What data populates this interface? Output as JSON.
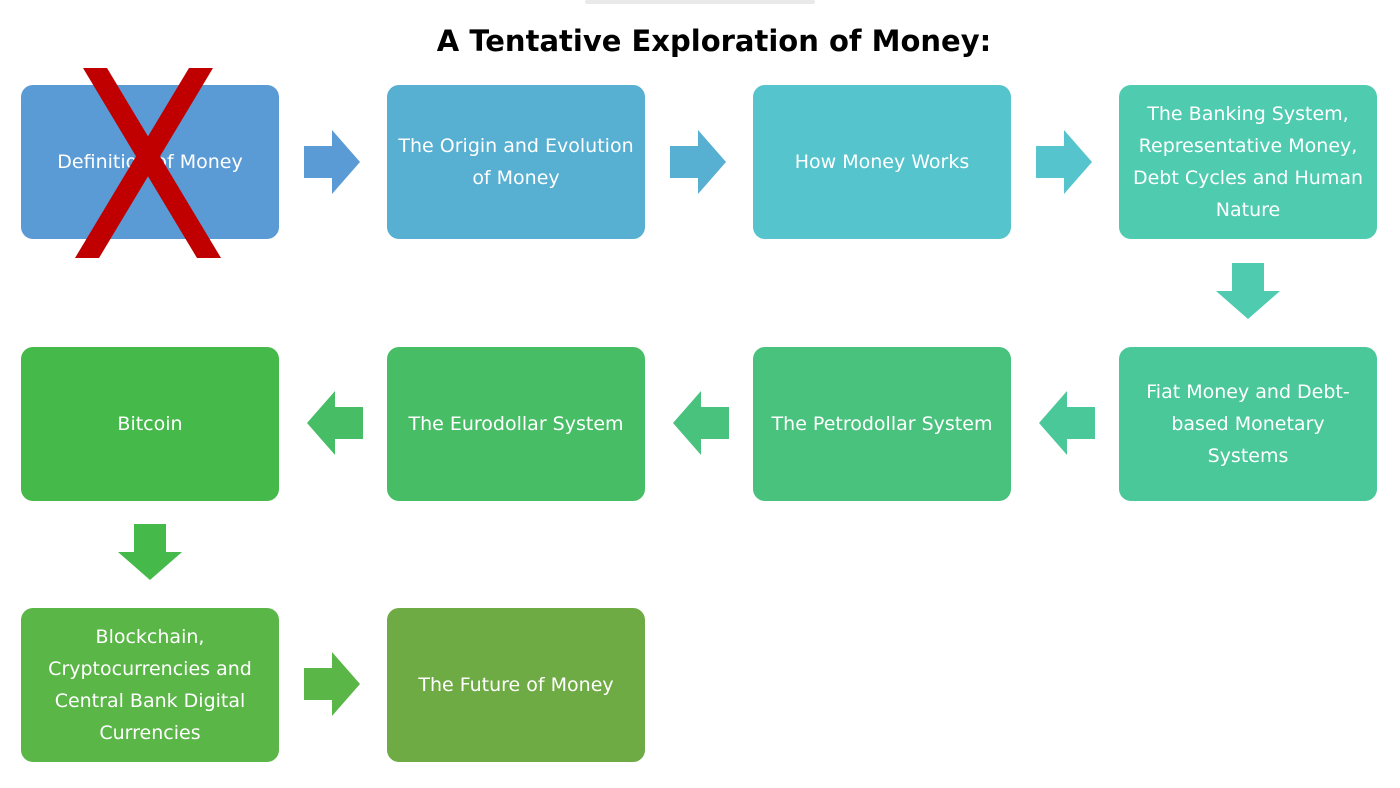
{
  "title": "A Tentative Exploration of Money:",
  "nodes": [
    {
      "label": "Definition of Money",
      "color": "#5b9bd5"
    },
    {
      "label": "The Origin and Evolution of Money",
      "color": "#57afd2"
    },
    {
      "label": "How Money Works",
      "color": "#55c4cc"
    },
    {
      "label": "The Banking System, Representative Money, Debt Cycles and Human Nature",
      "color": "#4fcbb0"
    },
    {
      "label": "Fiat Money and Debt-based Monetary Systems",
      "color": "#4ac89a"
    },
    {
      "label": "The Petrodollar System",
      "color": "#49c27e"
    },
    {
      "label": "The Eurodollar System",
      "color": "#47be66"
    },
    {
      "label": "Bitcoin",
      "color": "#45b94a"
    },
    {
      "label": "Blockchain, Cryptocurrencies and Central Bank Digital Currencies",
      "color": "#5bb648"
    },
    {
      "label": "The Future of Money",
      "color": "#6fab44"
    }
  ],
  "arrow_colors": [
    "#5b9bd5",
    "#57afd2",
    "#55c4cc",
    "#4fcbb0",
    "#4ac89a",
    "#49c27e",
    "#47be66",
    "#45b94a",
    "#5bb648"
  ],
  "crossed_out_node": "Definition of Money",
  "cross_color": "#c00000"
}
